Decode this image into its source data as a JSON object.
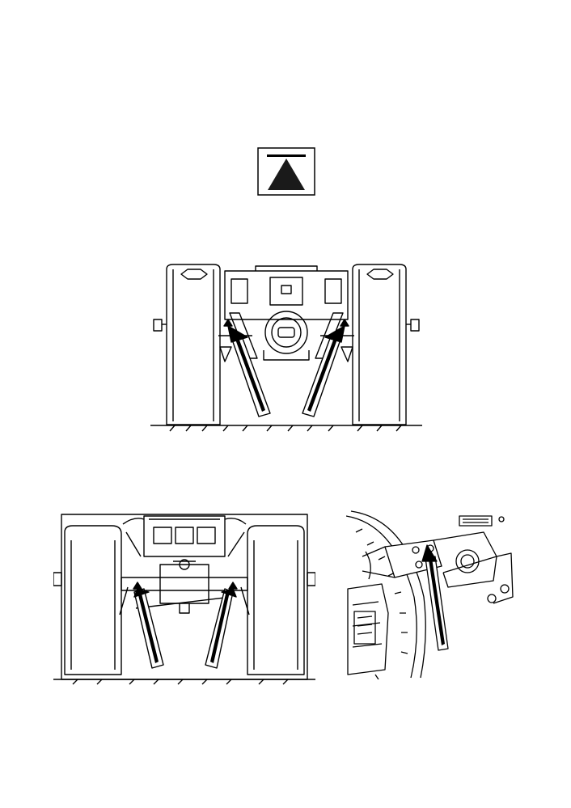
{
  "page": {
    "background": "#ffffff",
    "ink": "#000000"
  },
  "symbol": {
    "icon": "jack-lift-point-icon",
    "shape": "filled-triangle-under-bar"
  },
  "figures": [
    {
      "id": "rear-axle-view",
      "icon": "tractor-rear-jacking-points-icon",
      "arrows": 2
    },
    {
      "id": "front-axle-view",
      "icon": "tractor-front-jacking-points-icon",
      "arrows": 2
    },
    {
      "id": "axle-detail-view",
      "icon": "axle-housing-jacking-point-icon",
      "arrows": 1
    }
  ]
}
